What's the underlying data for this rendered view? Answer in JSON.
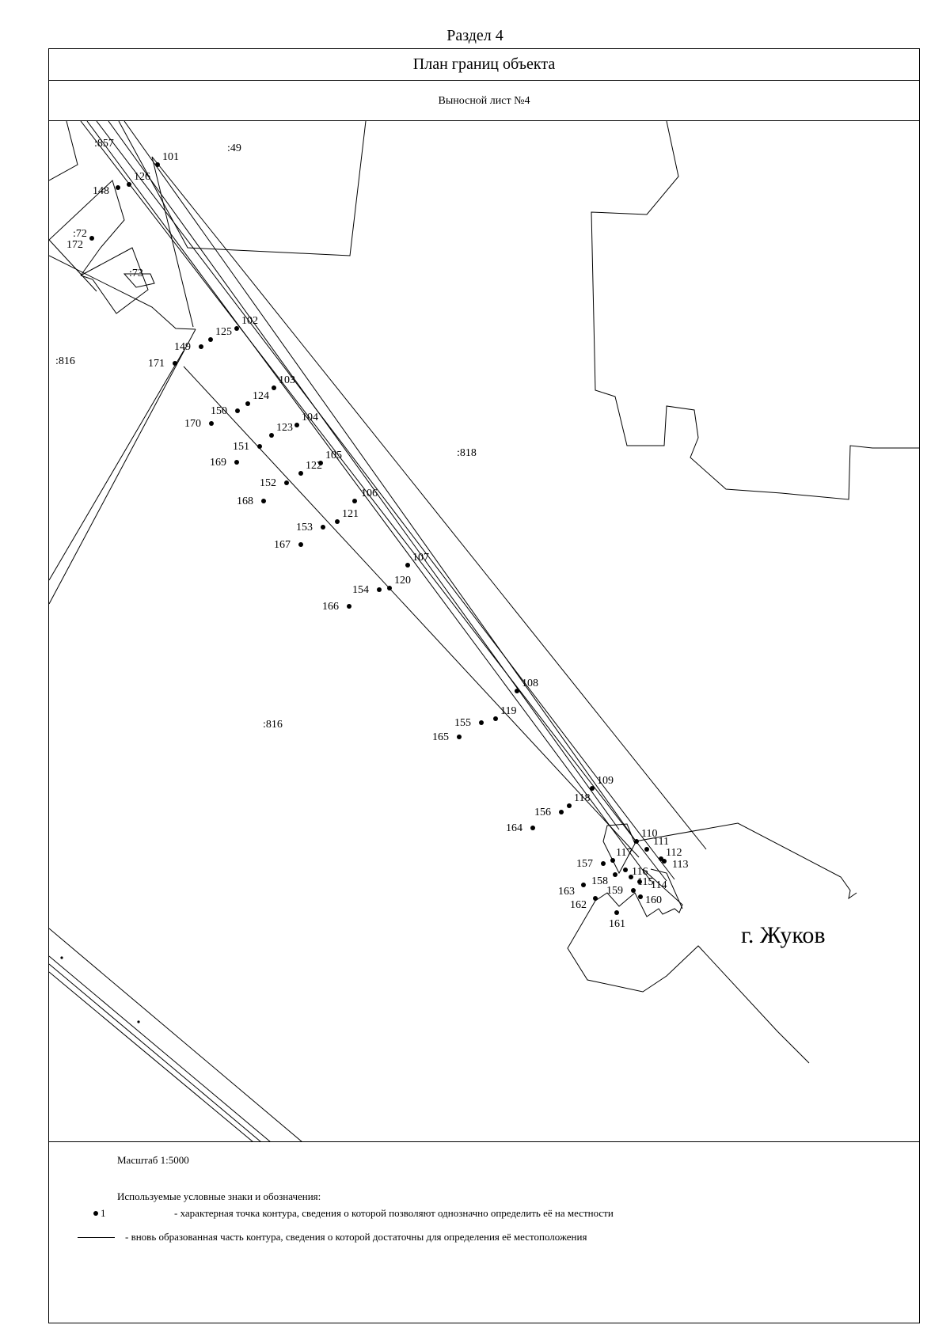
{
  "section": "Раздел 4",
  "plan_title": "План границ объекта",
  "sheet_title": "Выносной лист №4",
  "map": {
    "parcels": [
      ":857",
      ":49",
      ":72",
      ":73",
      ":816",
      ":818",
      ":816"
    ],
    "city": "г. Жуков",
    "points": [
      "101",
      "102",
      "103",
      "104",
      "105",
      "106",
      "107",
      "108",
      "109",
      "110",
      "111",
      "112",
      "113",
      "114",
      "115",
      "116",
      "117",
      "118",
      "119",
      "120",
      "121",
      "122",
      "123",
      "124",
      "125",
      "126",
      "148",
      "149",
      "150",
      "151",
      "152",
      "153",
      "154",
      "155",
      "156",
      "157",
      "158",
      "159",
      "160",
      "161",
      "162",
      "163",
      "164",
      "165",
      "166",
      "167",
      "168",
      "169",
      "170",
      "171",
      "172"
    ]
  },
  "legend": {
    "scale": "Масштаб 1:5000",
    "heading": "Используемые условные знаки и обозначения:",
    "point_example": "1",
    "point_desc": "- характерная точка контура, сведения о которой позволяют однозначно определить её на местности",
    "line_desc": "- вновь образованная часть контура, сведения о которой достаточны для определения её местоположения"
  }
}
